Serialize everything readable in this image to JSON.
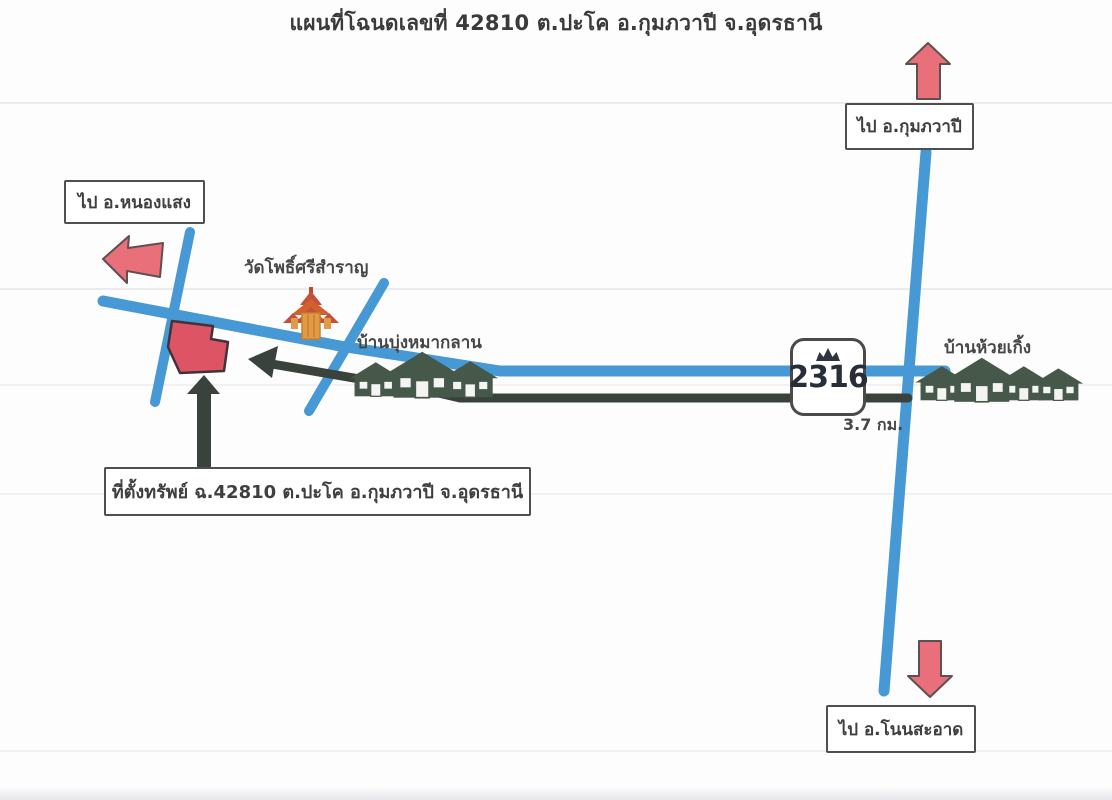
{
  "title": "แผนที่โฉนดเลขที่ 42810 ต.ปะโค อ.กุมภวาปี จ.อุดรธานี",
  "direction_signs": {
    "north": "ไป อ.กุมภวาปี",
    "west": "ไป อ.หนองแสง",
    "south": "ไป อ.โนนสะอาด"
  },
  "landmarks": {
    "temple": "วัดโพธิ์ศรีสำราญ",
    "village_left": "บ้านบุ่งหมากลาน",
    "village_right": "บ้านห้วยเกิ้ง"
  },
  "property_label": "ที่ตั้งทรัพย์ ฉ.42810 ต.ปะโค อ.กุมภวาปี จ.อุดรธานี",
  "highway": {
    "route_number": "2316",
    "distance": "3.7 กม."
  },
  "colors": {
    "road_blue": "#4699d4",
    "road_dark": "#3a423c",
    "arrow_red": "#e9707a",
    "arrow_outline": "#5f5050",
    "parcel_red": "#dd5564",
    "house_green": "#46584a",
    "temple_orange": "#e39a45",
    "temple_roof": "#bc4a33",
    "sign_border": "#4f4f4f",
    "text": "#3c3c3c"
  }
}
